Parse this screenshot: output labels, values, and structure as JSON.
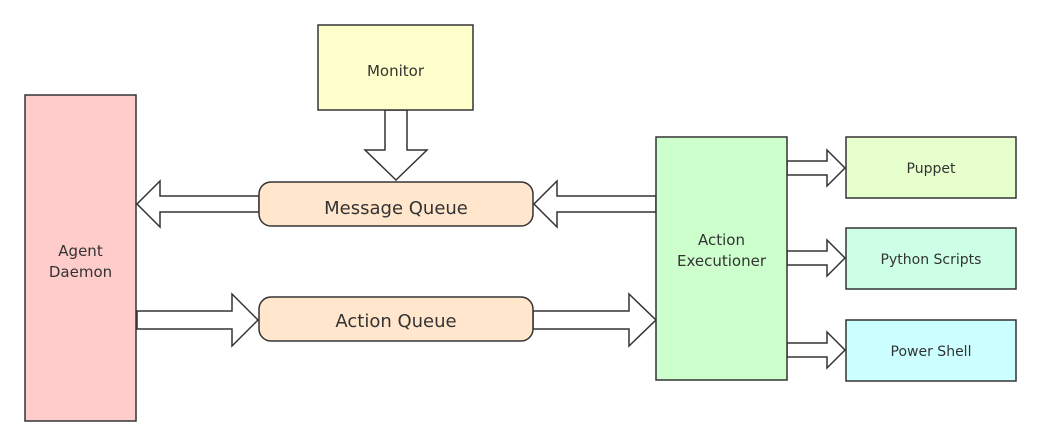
{
  "nodes": {
    "monitor": {
      "label": "Monitor",
      "color": "#FFFFCC"
    },
    "agent_daemon": {
      "label": "Agent\nDaemon",
      "color": "#FFCCCC"
    },
    "message_queue": {
      "label": "Message Queue",
      "color": "#FFE6CC"
    },
    "action_queue": {
      "label": "Action Queue",
      "color": "#FFE6CC"
    },
    "action_executioner": {
      "label": "Action\nExecutioner",
      "color": "#CCFFCC"
    },
    "puppet": {
      "label": "Puppet",
      "color": "#E6FFCC"
    },
    "python_scripts": {
      "label": "Python Scripts",
      "color": "#CCFFE6"
    },
    "power_shell": {
      "label": "Power Shell",
      "color": "#CCFFFF"
    }
  },
  "style": {
    "stroke": "#333333",
    "arrow_fill": "#FFFFFF"
  }
}
